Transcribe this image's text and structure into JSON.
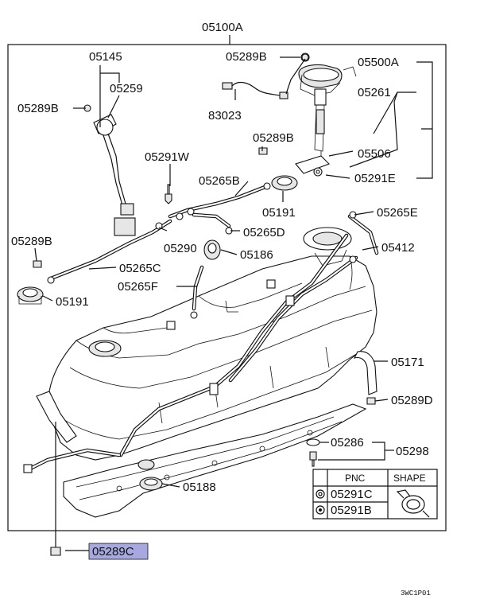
{
  "assembly_label": "05100A",
  "callouts": {
    "p05145": "05145",
    "p05259": "05259",
    "p05289B_left": "05289B",
    "p05289B_top": "05289B",
    "p83023": "83023",
    "p05289B_mid": "05289B",
    "p05500A": "05500A",
    "p05261": "05261",
    "p05506": "05506",
    "p05291E": "05291E",
    "p05291W": "05291W",
    "p05265B": "05265B",
    "p05191_mid": "05191",
    "p05265E": "05265E",
    "p05290": "05290",
    "p05265D": "05265D",
    "p05289B_lower": "05289B",
    "p05412": "05412",
    "p05186": "05186",
    "p05265C": "05265C",
    "p05265F": "05265F",
    "p05191_left": "05191",
    "p05171": "05171",
    "p05289D": "05289D",
    "p05286": "05286",
    "p05298": "05298",
    "p05188": "05188",
    "p05289C": "05289C"
  },
  "legend": {
    "col_pnc": "PNC",
    "col_shape": "SHAPE",
    "row1_pnc": "05291C",
    "row2_pnc": "05291B"
  },
  "highlight_color": "#a8a8e0",
  "diagram_code": "3WC1P01"
}
